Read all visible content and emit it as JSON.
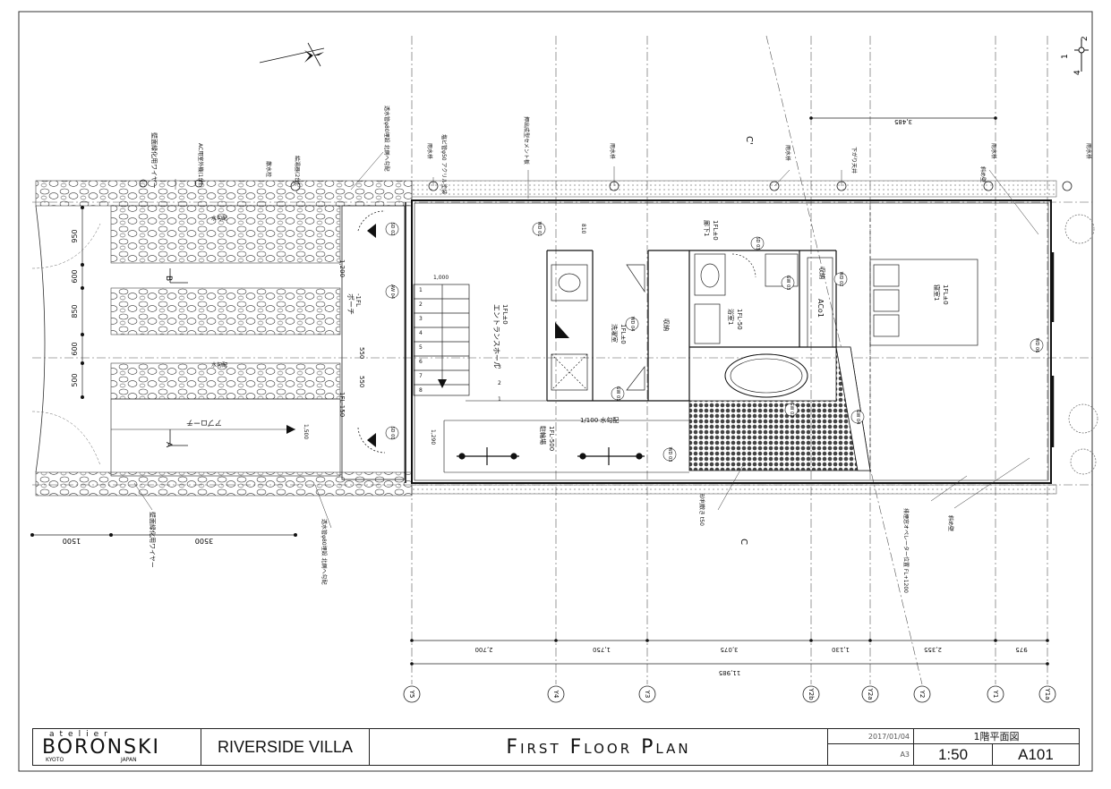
{
  "title_block": {
    "studio_top": "atelier",
    "studio_main": "BORONSKI",
    "studio_city": "KYOTO",
    "studio_country": "JAPAN",
    "project": "RIVERSIDE VILLA",
    "drawing_title": "First Floor Plan",
    "date": "2017/01/04",
    "title_jp": "1階平面図",
    "paper": "A3",
    "scale": "1:50",
    "sheet_number": "A101"
  },
  "grid_labels": [
    "Y5",
    "Y4",
    "Y3",
    "Y2b",
    "Y2a",
    "Y2",
    "Y1",
    "Y1a"
  ],
  "dimensions": {
    "segments": [
      "2,700",
      "1,750",
      "3,075",
      "1,130",
      "2,355",
      "975"
    ],
    "total": "11,985",
    "top": "3,485",
    "left_vertical": [
      "950",
      "600",
      "850",
      "600",
      "500"
    ],
    "bottom_left": [
      "1500",
      "3500"
    ],
    "inner": [
      "1,000",
      "810",
      "1,200",
      "550",
      "550",
      "1,500",
      "1,290"
    ]
  },
  "section_marks": [
    "C'",
    "C",
    "A",
    "B"
  ],
  "rooms": {
    "entrance_hall": "エントランスホール",
    "entrance_level": "1FL±0",
    "porch": "ポーチ",
    "porch_level": "-1FL",
    "approach": "アプローチ",
    "approach_level": "1FL-150",
    "laundry": "洗濯室",
    "laundry_level": "1FL±0",
    "storage": "収納",
    "bath": "浴室1",
    "bath_level": "1FL-50",
    "hall": "廊下1",
    "hall_level": "1FL±0",
    "bedroom": "寝室1",
    "bedroom_level": "1FL±0",
    "closet": "収納",
    "ac": "ACo1",
    "garage": "駐輪場",
    "garage_level": "1FL-500",
    "slope": "1/100 水勾配"
  },
  "annotations": {
    "a1": "壁面緑化用ワイヤー",
    "a2": "AC用室外機(1台)",
    "a3": "散水栓",
    "a4": "給湯器(2台)",
    "a5": "透水管φ80埋設 北側へ勾配",
    "a6": "雨水枡",
    "a7": "塩ビ管φ50 アクリル塗装",
    "a8": "押出成型セメント板",
    "a9": "雨水枡",
    "a10": "雨水枡",
    "a11": "下がり天井",
    "a12": "斜め壁",
    "a13": "雨水枡",
    "a14": "雨水枡",
    "b1": "壁面緑化用ワイヤー",
    "b2": "透水管φ80埋設 北側へ勾配",
    "b3": "砂利敷き t50",
    "b4": "排煙窓オペレーター位置 FL+1200",
    "b5": "斜め壁",
    "water1": "水勾配",
    "water2": "水勾配"
  },
  "door_tags": [
    "SD 02",
    "SD 01",
    "WD 01",
    "WD 02",
    "WD 03",
    "WD 04",
    "WD 05",
    "WD 06",
    "GW 01",
    "GW 02",
    "GW 03",
    "GW 04",
    "AW 04",
    "AW 05",
    "SD 03"
  ],
  "compass_labels": [
    "1",
    "2",
    "4"
  ]
}
